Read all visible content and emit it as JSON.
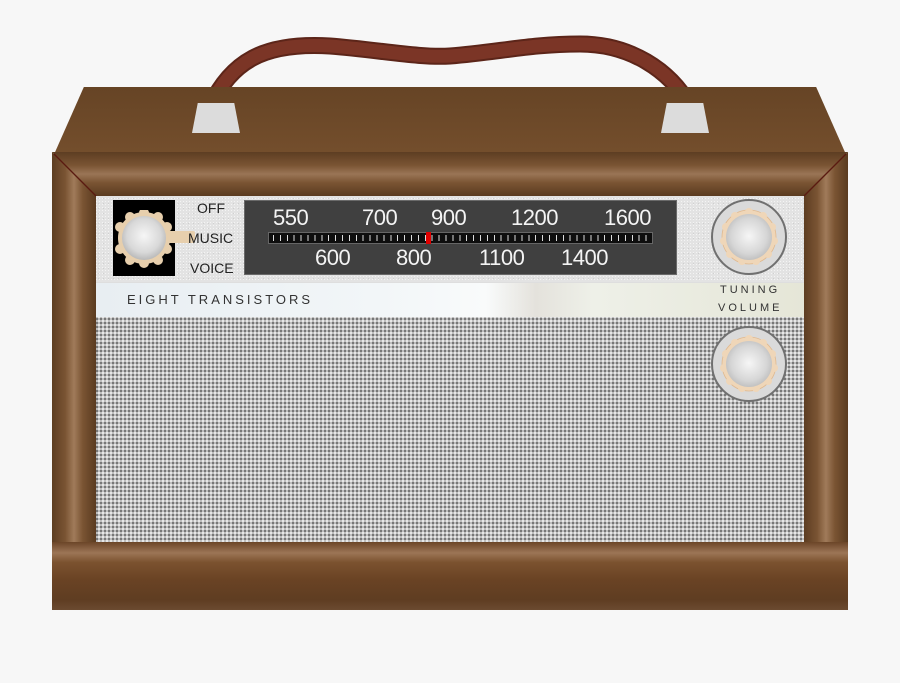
{
  "radio": {
    "label": "EIGHT TRANSISTORS",
    "selector": {
      "options": [
        "OFF",
        "MUSIC",
        "VOICE"
      ],
      "selected": "MUSIC"
    },
    "dial": {
      "top_scale": [
        "550",
        "700",
        "900",
        "1200",
        "1600"
      ],
      "bottom_scale": [
        "600",
        "800",
        "1100",
        "1400"
      ],
      "needle_color": "#e00000"
    },
    "knobs": {
      "tuning_label": "TUNING",
      "volume_label": "VOLUME"
    },
    "colors": {
      "wood": "#6b4528",
      "handle": "#7b3526",
      "dial_bg": "#404040",
      "background": "#f7f7f7"
    }
  }
}
